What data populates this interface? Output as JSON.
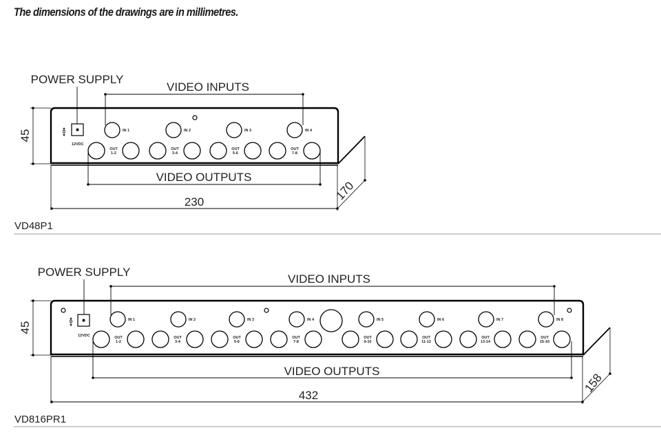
{
  "header": {
    "note": "The dimensions of the drawings are in millimetres."
  },
  "drawings": [
    {
      "model": "VD48P1",
      "power_supply_label": "POWER SUPPLY",
      "power_connector_label": "12VDC",
      "video_inputs_label": "VIDEO INPUTS",
      "video_outputs_label": "VIDEO OUTPUTS",
      "dimensions": {
        "height": "45",
        "width": "230",
        "depth": "170"
      },
      "inputs": [
        "IN 1",
        "IN 2",
        "IN 3",
        "IN 4"
      ],
      "outputs": [
        [
          "OUT",
          "1-2"
        ],
        [
          "OUT",
          "3-4"
        ],
        [
          "OUT",
          "5-6"
        ],
        [
          "OUT",
          "7-8"
        ]
      ]
    },
    {
      "model": "VD816PR1",
      "power_supply_label": "POWER SUPPLY",
      "power_connector_label": "12VDC",
      "video_inputs_label": "VIDEO INPUTS",
      "video_outputs_label": "VIDEO OUTPUTS",
      "dimensions": {
        "height": "45",
        "width": "432",
        "depth": "158"
      },
      "inputs": [
        "IN 1",
        "IN 2",
        "IN 3",
        "IN 4",
        "IN 5",
        "IN 6",
        "IN 7",
        "IN 8"
      ],
      "outputs": [
        [
          "OUT",
          "1-2"
        ],
        [
          "OUT",
          "3-4"
        ],
        [
          "OUT",
          "5-6"
        ],
        [
          "OUT",
          "7-8"
        ],
        [
          "OUT",
          "9-10"
        ],
        [
          "OUT",
          "11-12"
        ],
        [
          "OUT",
          "13-14"
        ],
        [
          "OUT",
          "15-16"
        ]
      ]
    }
  ]
}
